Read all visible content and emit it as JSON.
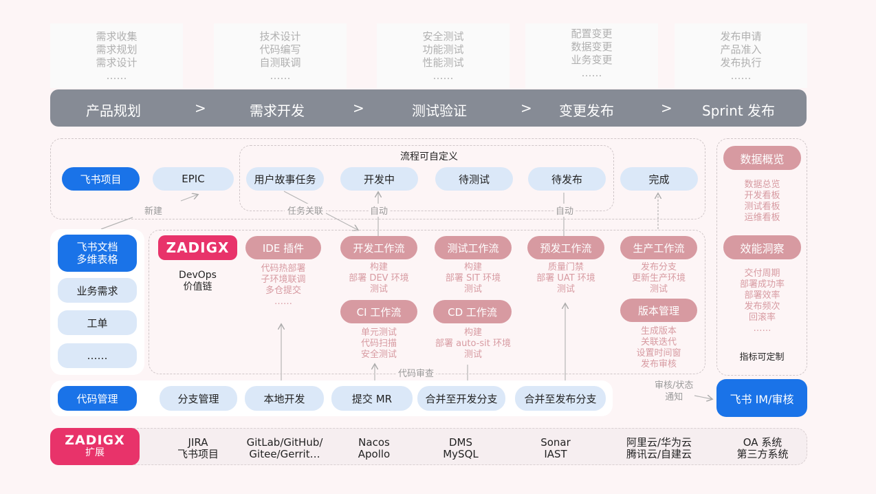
{
  "top_cards": [
    {
      "lines": [
        "需求收集",
        "需求规划",
        "需求设计",
        "……"
      ]
    },
    {
      "lines": [
        "技术设计",
        "代码编写",
        "自测联调",
        "……"
      ]
    },
    {
      "lines": [
        "安全测试",
        "功能测试",
        "性能测试",
        "……"
      ]
    },
    {
      "lines": [
        "配置变更",
        "数据变更",
        "业务变更",
        "……"
      ]
    },
    {
      "lines": [
        "发布申请",
        "产品准入",
        "发布执行",
        "……"
      ]
    }
  ],
  "stages": [
    "产品规划",
    ">",
    "需求开发",
    ">",
    "测试验证",
    ">",
    "变更发布",
    ">",
    "Sprint 发布"
  ],
  "project": {
    "feishu_project": "飞书项目",
    "epic": "EPIC",
    "flow_title": "流程可自定义",
    "flow_items": [
      "用户故事任务",
      "开发中",
      "待测试",
      "待发布",
      "完成"
    ],
    "new_label": "新建",
    "task_link": "任务关联",
    "auto1": "自动",
    "auto2": "自动"
  },
  "left_menu": {
    "feishu_doc": "飞书文档\n多维表格",
    "biz_req": "业务需求",
    "ticket": "工单",
    "more": "……"
  },
  "zadig": {
    "logo": "ZADIGX",
    "caption": "DevOps\n价值链"
  },
  "workflows": {
    "ide": {
      "title": "IDE 插件",
      "lines": [
        "代码热部署",
        "子环境联调",
        "多仓提交",
        "……"
      ]
    },
    "dev": {
      "title": "开发工作流",
      "lines": [
        "构建",
        "部署 DEV 环境",
        "测试"
      ]
    },
    "ci": {
      "title": "CI 工作流",
      "lines": [
        "单元测试",
        "代码扫描",
        "安全测试"
      ]
    },
    "test": {
      "title": "测试工作流",
      "lines": [
        "构建",
        "部署 SIT 环境",
        "测试"
      ]
    },
    "cd": {
      "title": "CD 工作流",
      "lines": [
        "构建",
        "部署 auto-sit 环境",
        "测试"
      ]
    },
    "pre": {
      "title": "预发工作流",
      "lines": [
        "质量门禁",
        "部署 UAT 环境",
        "测试"
      ]
    },
    "prod": {
      "title": "生产工作流",
      "lines": [
        "发布分支",
        "更新生产环境",
        "测试"
      ]
    },
    "version": {
      "title": "版本管理",
      "lines": [
        "生成版本",
        "关联迭代",
        "设置时间窗",
        "发布审核"
      ]
    }
  },
  "code_review": "代码审查",
  "code_mgmt": {
    "title": "代码管理",
    "items": [
      "分支管理",
      "本地开发",
      "提交 MR",
      "合并至开发分支",
      "合并至发布分支"
    ]
  },
  "right_panel": {
    "data_overview": "数据概览",
    "data_lines": [
      "数据总览",
      "开发看板",
      "测试看板",
      "运维看板"
    ],
    "insight": "效能洞察",
    "insight_lines": [
      "交付周期",
      "部署成功率",
      "部署效率",
      "发布频次",
      "回滚率",
      "……"
    ],
    "custom": "指标可定制",
    "feishu_im": "飞书 IM/审核",
    "notify": "审核/状态\n通知"
  },
  "extension": {
    "logo": "ZADIGX",
    "label": "扩展",
    "items": [
      "JIRA\n飞书项目",
      "GitLab/GitHub/\nGitee/Gerrit…",
      "Nacos\nApollo",
      "DMS\nMySQL",
      "Sonar\nIAST",
      "阿里云/华为云\n腾讯云/自建云",
      "OA 系统\n第三方系统"
    ]
  },
  "colors": {
    "blue": "#1a73e8",
    "light_blue": "#dbe8f8",
    "pink": "#d79aa1",
    "red": "#e8336a",
    "bar": "#868b95"
  }
}
